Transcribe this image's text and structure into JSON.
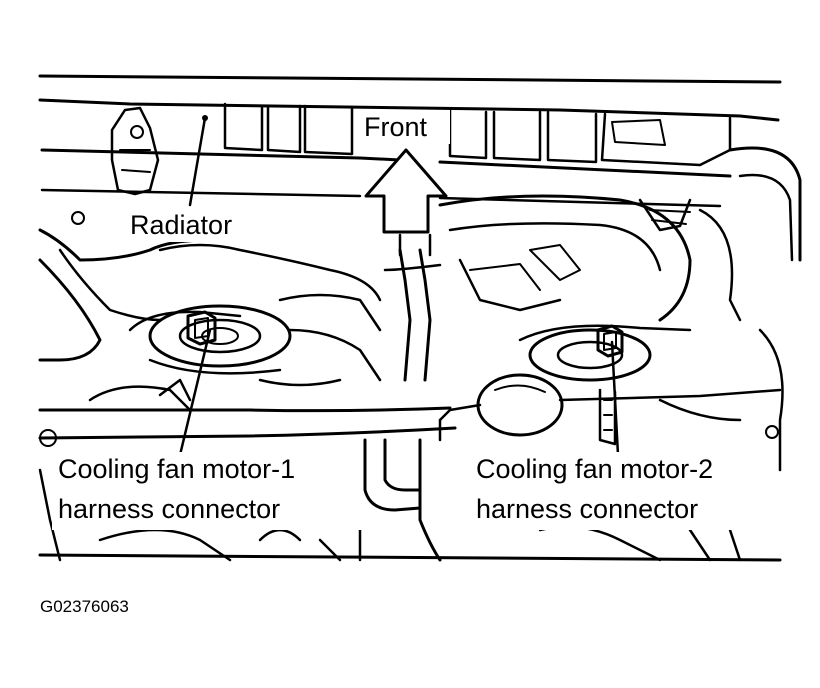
{
  "labels": {
    "front": "Front",
    "radiator": "Radiator",
    "fan_motor_1_line1": "Cooling fan motor-1",
    "fan_motor_1_line2": "harness connector",
    "fan_motor_2_line1": "Cooling fan motor-2",
    "fan_motor_2_line2": "harness connector"
  },
  "figure_id": "G02376063",
  "colors": {
    "ink": "#000000",
    "paper": "#ffffff"
  },
  "icons": {
    "front_arrow": "up-arrow-icon"
  }
}
